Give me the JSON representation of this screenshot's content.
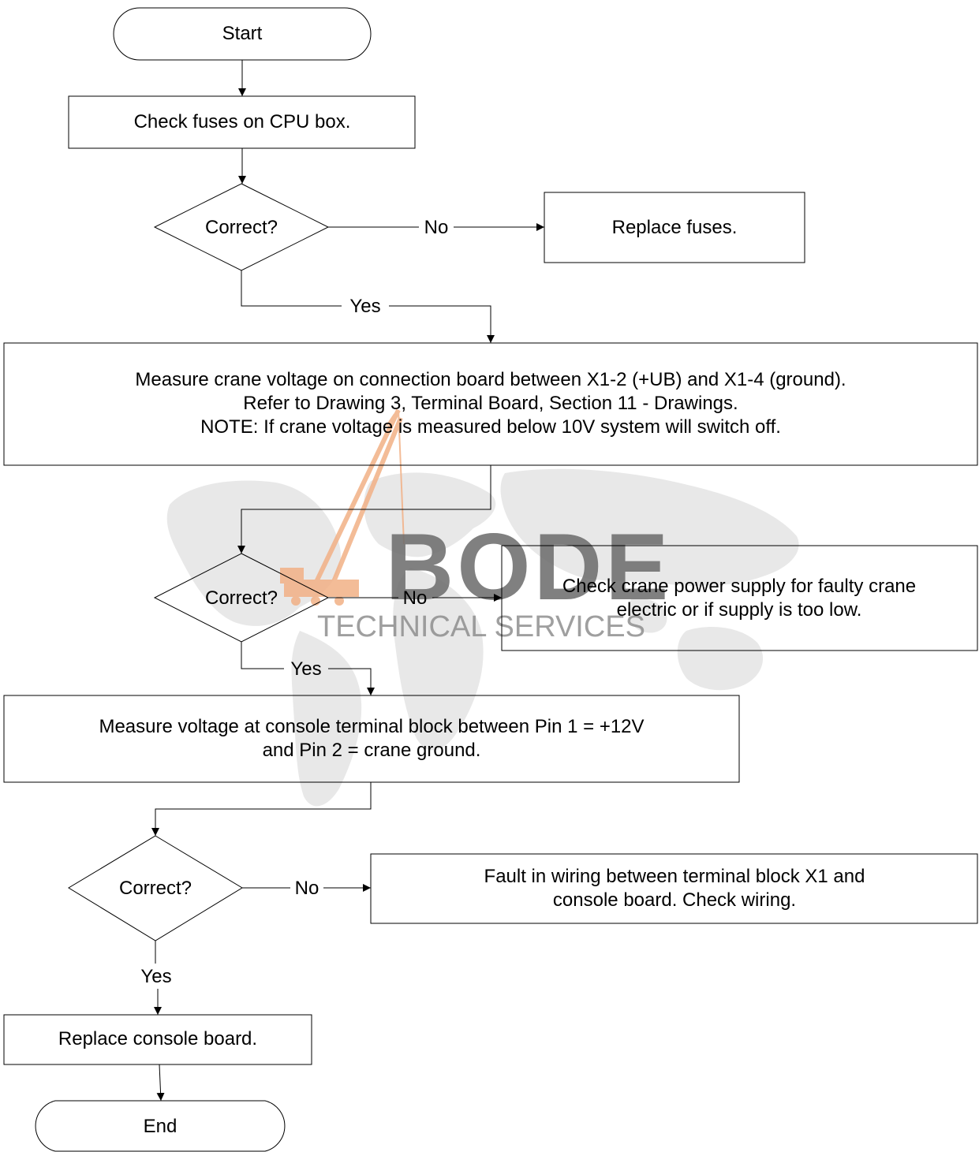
{
  "colors": {
    "stroke": "#000000",
    "text": "#000000",
    "watermark_gray": "#5a5a5a",
    "watermark_crane": "#f0a070",
    "watermark_map": "#d8d8d8"
  },
  "watermark": {
    "logo_text": "BODE",
    "tagline": "TECHNICAL SERVICES"
  },
  "nodes": {
    "start": {
      "label": "Start"
    },
    "check_fuses": {
      "label": "Check fuses on CPU box."
    },
    "decision1": {
      "label": "Correct?"
    },
    "replace_fuses": {
      "label": "Replace fuses."
    },
    "measure_crane": {
      "line1": "Measure crane voltage on connection board between X1-2 (+UB) and X1-4 (ground).",
      "line2": "Refer to Drawing 3, Terminal Board, Section 11 - Drawings.",
      "line3": "NOTE: If crane voltage is measured below 10V system will switch off."
    },
    "decision2": {
      "label": "Correct?"
    },
    "check_power": {
      "line1": "Check crane power supply for faulty crane",
      "line2": "electric or if supply is too low."
    },
    "measure_console": {
      "line1": "Measure voltage at console terminal block between Pin 1 = +12V",
      "line2": "and Pin 2 = crane ground."
    },
    "decision3": {
      "label": "Correct?"
    },
    "fault_wiring": {
      "line1": "Fault in wiring between terminal block X1 and",
      "line2": "console board.  Check wiring."
    },
    "replace_console": {
      "label": "Replace console board."
    },
    "end": {
      "label": "End"
    }
  },
  "edges": {
    "d1_no": "No",
    "d1_yes": "Yes",
    "d2_no": "No",
    "d2_yes": "Yes",
    "d3_no": "No",
    "d3_yes": "Yes"
  }
}
